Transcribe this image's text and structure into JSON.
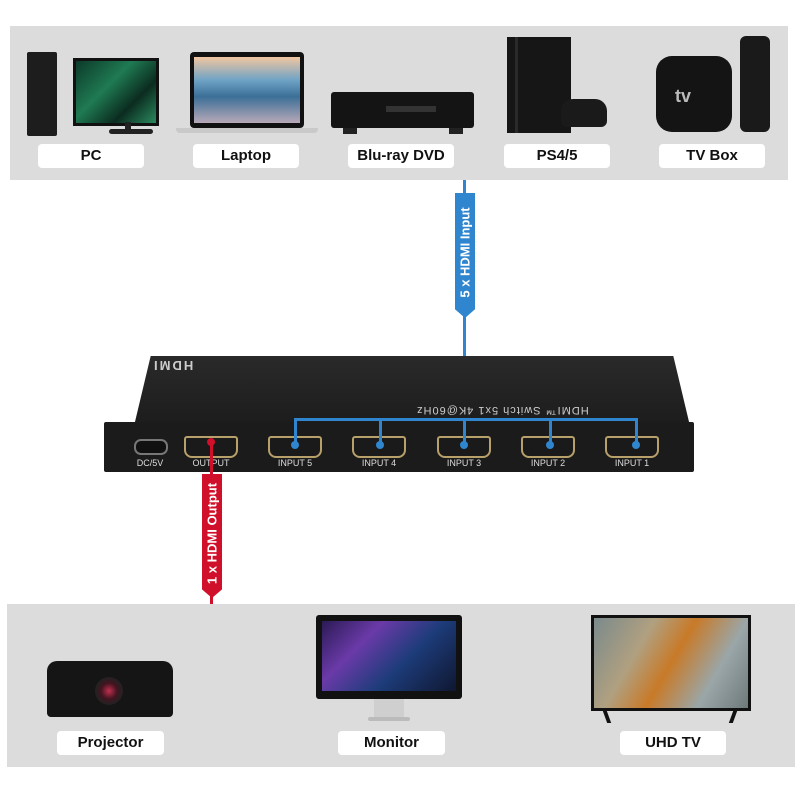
{
  "input_sources": [
    {
      "label": "PC",
      "icon": "desktop-pc-icon"
    },
    {
      "label": "Laptop",
      "icon": "laptop-icon"
    },
    {
      "label": "Blu-ray DVD",
      "icon": "bluray-player-icon"
    },
    {
      "label": "PS4/5",
      "icon": "game-console-icon"
    },
    {
      "label": "TV Box",
      "icon": "tv-box-icon"
    }
  ],
  "output_displays": [
    {
      "label": "Projector",
      "icon": "projector-icon"
    },
    {
      "label": "Monitor",
      "icon": "monitor-icon"
    },
    {
      "label": "UHD TV",
      "icon": "uhd-tv-icon"
    }
  ],
  "connectors": {
    "input_ribbon": "5 x HDMI Input",
    "output_ribbon": "1 x HDMI Output"
  },
  "device": {
    "brand_logo": "HDMI",
    "model_text": "HDMI™ Switch 5x1 4K@60Hz",
    "ports": [
      {
        "label": "DC/5V"
      },
      {
        "label": "OUTPUT"
      },
      {
        "label": "INPUT 5"
      },
      {
        "label": "INPUT 4"
      },
      {
        "label": "INPUT 3"
      },
      {
        "label": "INPUT 2"
      },
      {
        "label": "INPUT 1"
      }
    ]
  },
  "colors": {
    "input_blue": "#2f86cf",
    "output_red": "#d0102a",
    "panel_gray": "#dcdcdc",
    "device_black": "#1b1b1b"
  }
}
